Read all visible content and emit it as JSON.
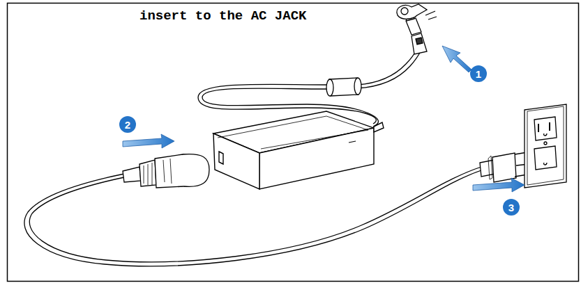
{
  "diagram": {
    "labels": [
      "insert to the AC JACK",
      "1",
      "2",
      "3"
    ]
  }
}
